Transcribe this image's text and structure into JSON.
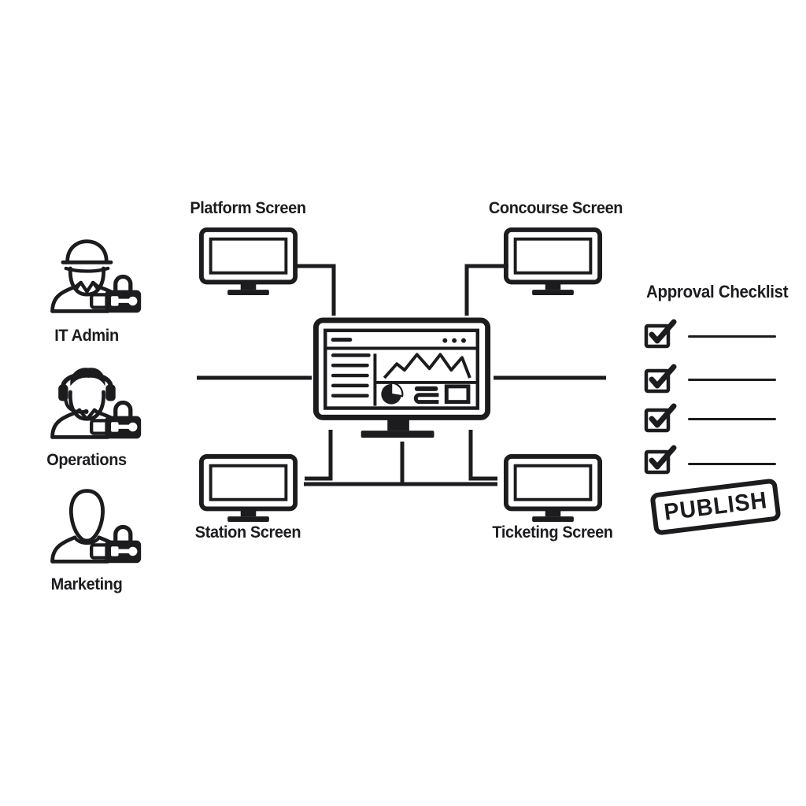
{
  "personas": [
    {
      "label": "IT Admin",
      "icon": "capped-technician-user-icon",
      "badge_icon": "lock-key-icon"
    },
    {
      "label": "Operations",
      "icon": "headset-agent-user-icon",
      "badge_icon": "lock-key-icon"
    },
    {
      "label": "Marketing",
      "icon": "person-user-icon",
      "badge_icon": "lock-key-icon"
    }
  ],
  "screens": [
    {
      "id": "platform",
      "label": "Platform Screen",
      "position": "top-left"
    },
    {
      "id": "concourse",
      "label": "Concourse Screen",
      "position": "top-right"
    },
    {
      "id": "station",
      "label": "Station Screen",
      "position": "bottom-left"
    },
    {
      "id": "ticketing",
      "label": "Ticketing Screen",
      "position": "bottom-right"
    }
  ],
  "hub": {
    "icon": "cms-dashboard-monitor-icon"
  },
  "checklist": {
    "title": "Approval Checklist",
    "items": [
      {
        "checked": true,
        "label": ""
      },
      {
        "checked": true,
        "label": ""
      },
      {
        "checked": true,
        "label": ""
      },
      {
        "checked": true,
        "label": ""
      }
    ],
    "stamp_label": "PUBLISH"
  },
  "colors": {
    "ink": "#1c1b1e",
    "background": "#ffffff"
  }
}
